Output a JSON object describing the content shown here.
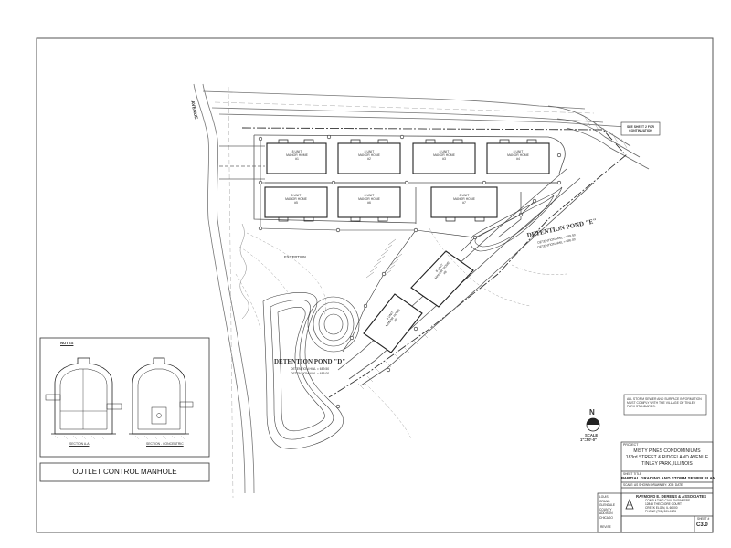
{
  "sheet_note": "SEE SHEET 2 FOR CONTINUATION",
  "avenue_label": "AVENUE",
  "buildings": [
    {
      "line1": "8 UNIT",
      "line2": "MANOR HOME",
      "num": "#1"
    },
    {
      "line1": "8 UNIT",
      "line2": "MANOR HOME",
      "num": "#2"
    },
    {
      "line1": "8 UNIT",
      "line2": "MANOR HOME",
      "num": "#3"
    },
    {
      "line1": "8 UNIT",
      "line2": "MANOR HOME",
      "num": "#4"
    },
    {
      "line1": "8 UNIT",
      "line2": "MANOR HOME",
      "num": "#5"
    },
    {
      "line1": "8 UNIT",
      "line2": "MANOR HOME",
      "num": "#6"
    },
    {
      "line1": "8 UNIT",
      "line2": "MANOR HOME",
      "num": "#7"
    },
    {
      "line1": "8 UNIT",
      "line2": "MANOR HOME",
      "num": "#8"
    },
    {
      "line1": "8 UNIT",
      "line2": "MANOR HOME",
      "num": "#9"
    }
  ],
  "exception_label": "EXCEPTION",
  "pond_e": {
    "title": "DETENTION POND \"E\"",
    "line1": "DETENTION HWL = 689.50",
    "line2": "DETENTION NWL = 686.00"
  },
  "pond_d": {
    "title": "DETENTION POND \"D\"",
    "line1": "DETENTION HWL = 689.50",
    "line2": "DETENTION NWL = 685.00"
  },
  "general_note": "ALL STORM SEWER AND SURFACE INFORMATION MUST COMPLY WITH THE VILLAGE OF TINLEY PARK STANDARDS.",
  "north_label": "N",
  "scale": {
    "label": "SCALE",
    "value": "1\"=50'-0\""
  },
  "manhole": {
    "title": "OUTLET CONTROL MANHOLE",
    "notes_heading": "NOTES",
    "section_a": "SECTION A-A",
    "section_b": "SECTION - CONCENTRIC"
  },
  "title_block": {
    "project_label": "PROJECT",
    "project_name": "MISTY PINES CONDOMINIUMS",
    "street": "183rd STREET & RIDGELAND AVENUE",
    "city": "TINLEY PARK, ILLINOIS",
    "sheet_title_label": "SHEET TITLE",
    "sheet_title": "PARTIAL GRADING AND STORM SEWER PLAN",
    "scale_row": "SCALE: AS SHOWN   DRAWN BY:   JOB:   DATE:",
    "firm": "RAYMOND E. DERENS & ASSOCIATES",
    "firm_line1": "CONSULTING CIVIL ENGINEERS",
    "firm_line2": "12845 THEODORE COURT",
    "firm_line3": "CREEK ELGIN, IL 60000",
    "firm_line4": "PHONE (708) 301-0676",
    "sheet_label": "SHEET #",
    "sheet_number": "C3.0",
    "revise_label": "REVISE",
    "side_list": [
      "LOUIS",
      "GRAND",
      "GLENDALE",
      "COUNTY",
      "ADDISON",
      "CHICAGO"
    ]
  }
}
